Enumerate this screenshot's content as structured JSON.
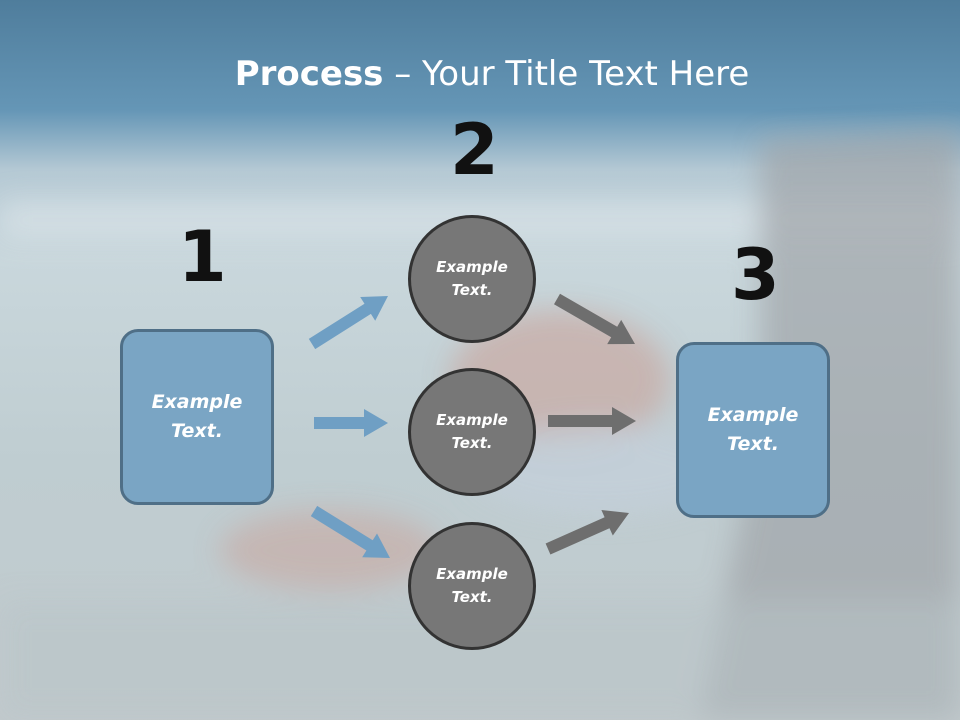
{
  "slide": {
    "title_bold": "Process",
    "title_rest": " – Your Title Text Here"
  },
  "steps": [
    {
      "number": "1",
      "label": "Example\nText."
    },
    {
      "number": "2",
      "items": [
        "Example\nText.",
        "Example\nText.",
        "Example\nText."
      ]
    },
    {
      "number": "3",
      "label": "Example\nText."
    }
  ],
  "colors": {
    "box_fill": "#7aa5c4",
    "circle_fill": "#777777",
    "arrow_blue": "#6f9fc4",
    "arrow_gray": "#6e6e6e"
  }
}
